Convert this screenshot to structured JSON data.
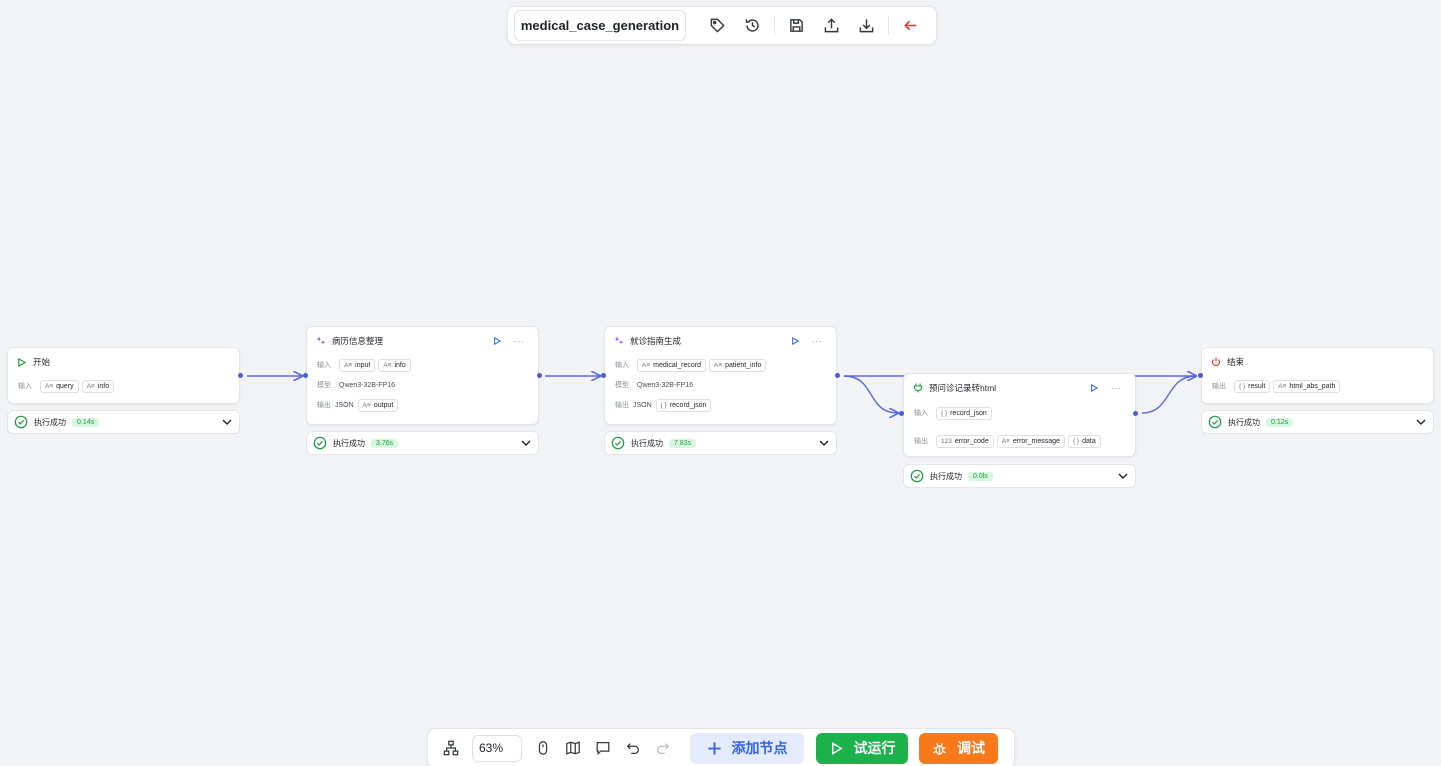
{
  "toolbar": {
    "workflow_name": "medical_case_generation",
    "icons": [
      "tag-icon",
      "history-icon",
      "save-icon",
      "upload-icon",
      "download-icon",
      "back-arrow-icon"
    ]
  },
  "nodes": {
    "start": {
      "title": "开始",
      "input_label": "输入",
      "inputs": [
        {
          "type": "A≡",
          "name": "query"
        },
        {
          "type": "A≡",
          "name": "info"
        }
      ],
      "status": "执行成功",
      "duration": "0.14s"
    },
    "record_org": {
      "title": "病历信息整理",
      "input_label": "输入",
      "inputs": [
        {
          "type": "A≡",
          "name": "input"
        },
        {
          "type": "A≡",
          "name": "info"
        }
      ],
      "model_label": "模型",
      "model": "Qwen3-32B-FP16",
      "output_label": "输出",
      "output_format": "JSON",
      "outputs": [
        {
          "type": "A≡",
          "name": "output"
        }
      ],
      "status": "执行成功",
      "duration": "3.76s"
    },
    "guide_gen": {
      "title": "就诊指南生成",
      "input_label": "输入",
      "inputs": [
        {
          "type": "A≡",
          "name": "medical_record"
        },
        {
          "type": "A≡",
          "name": "patient_info"
        }
      ],
      "model_label": "模型",
      "model": "Qwen3-32B-FP16",
      "output_label": "输出",
      "output_format": "JSON",
      "outputs": [
        {
          "type": "{ }",
          "name": "record_json"
        }
      ],
      "status": "执行成功",
      "duration": "7.83s"
    },
    "to_html": {
      "title": "预问诊记录转html",
      "input_label": "输入",
      "inputs": [
        {
          "type": "{ }",
          "name": "record_json"
        }
      ],
      "output_label": "输出",
      "outputs": [
        {
          "type": "123",
          "name": "error_code"
        },
        {
          "type": "A≡",
          "name": "error_message"
        },
        {
          "type": "{ }",
          "name": "data"
        }
      ],
      "status": "执行成功",
      "duration": "0.0ls"
    },
    "end": {
      "title": "结束",
      "output_label": "输出",
      "outputs": [
        {
          "type": "{ }",
          "name": "result"
        },
        {
          "type": "A≡",
          "name": "html_abs_path"
        }
      ],
      "status": "执行成功",
      "duration": "0.12s"
    }
  },
  "bottom": {
    "zoom": "63%",
    "add_node": "添加节点",
    "run": "试运行",
    "debug": "调试"
  },
  "colors": {
    "edge": "#5b67e0",
    "run_button": "#1cb14a",
    "debug_button": "#f7791a",
    "add_button_text": "#2f63e8",
    "success": "#1a9c3b",
    "end_icon": "#e53935",
    "back_arrow": "#e53935"
  }
}
